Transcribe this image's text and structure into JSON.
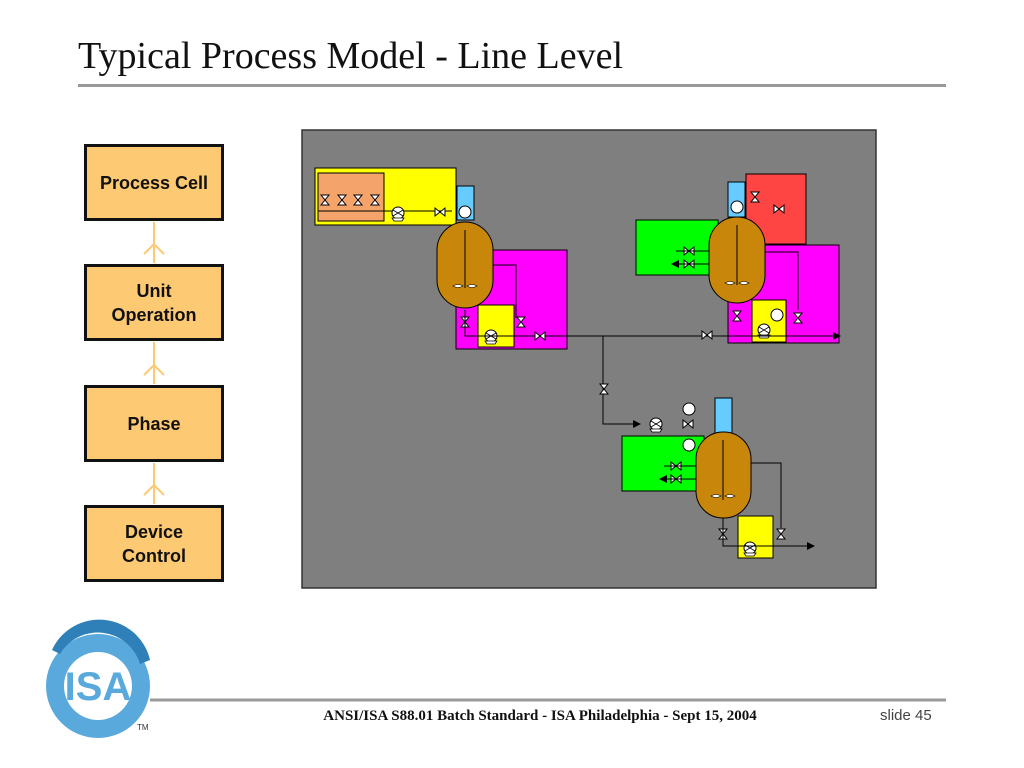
{
  "slide": {
    "title": "Typical Process Model - Line Level",
    "footer": "ANSI/ISA S88.01 Batch Standard - ISA Philadelphia - Sept 15, 2004",
    "slide_number": "slide 45"
  },
  "hierarchy": [
    "Process Cell",
    "Unit\nOperation",
    "Phase",
    "Device\nControl"
  ],
  "logo": {
    "text": "ISA",
    "tm": "TM"
  },
  "colors": {
    "box_fill": "#fdc972",
    "panel": "#7f7f7f",
    "yellow": "#ffff00",
    "magenta": "#ff00ff",
    "green": "#00ff00",
    "red": "#ff4444",
    "salmon": "#f4a46a",
    "blue": "#66ccff",
    "vessel": "#c8860a",
    "logo_blue": "#5aa9dc"
  }
}
